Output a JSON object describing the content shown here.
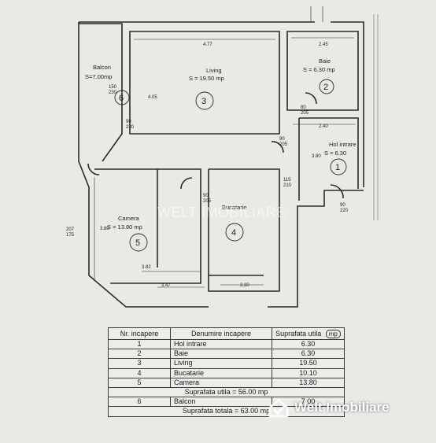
{
  "rooms": [
    {
      "name": "Balcon",
      "area": "S=7.00mp",
      "number": "6"
    },
    {
      "name": "Living",
      "area": "S = 19.50 mp",
      "number": "3"
    },
    {
      "name": "Baie",
      "area": "S = 6.30 mp",
      "number": "2"
    },
    {
      "name": "Hol intrare",
      "area": "S = 6.30",
      "number": "1"
    },
    {
      "name": "Bucatarie",
      "area": "",
      "number": "4"
    },
    {
      "name": "Camera",
      "area": "S = 13.80 mp",
      "number": "5"
    }
  ],
  "dimensions": {
    "living_width": "4.77",
    "baie_width": "2.45",
    "hol_width": "2.40",
    "balcon_door": "150\n230",
    "living_door": "90\n230",
    "baie_door": "80\n205",
    "door_hall_top": "90\n205",
    "door_kitchen": "90\n205",
    "entrance_door": "90\n220",
    "camera_window": "207\n175",
    "camera_bottom": "3.47",
    "camera_inner": "3.82",
    "kitchen_bottom": "3.30",
    "kitchen_door": "115\n210",
    "hol_side": "3.80",
    "camera_side": "3.80",
    "living_side": "4.05"
  },
  "table": {
    "headers": {
      "nr": "Nr. incapere",
      "name": "Denumire incapere",
      "area": "Suprafata utila",
      "unit": "mp"
    },
    "rows": [
      {
        "nr": "1",
        "name": "Hol intrare",
        "area": "6.30"
      },
      {
        "nr": "2",
        "name": "Baie",
        "area": "6.30"
      },
      {
        "nr": "3",
        "name": "Living",
        "area": "19.50"
      },
      {
        "nr": "4",
        "name": "Bucatarie",
        "area": "10.10"
      },
      {
        "nr": "5",
        "name": "Camera",
        "area": "13.80"
      }
    ],
    "useful_total": "Suprafata utila = 56.00 mp",
    "balcony_row": {
      "nr": "6",
      "name": "Balcon",
      "area": "7.00"
    },
    "grand_total": "Suprafata totala = 63.00 mp"
  },
  "watermark": "WELT IMOBILIARE",
  "brand": "Welt Imobiliare"
}
